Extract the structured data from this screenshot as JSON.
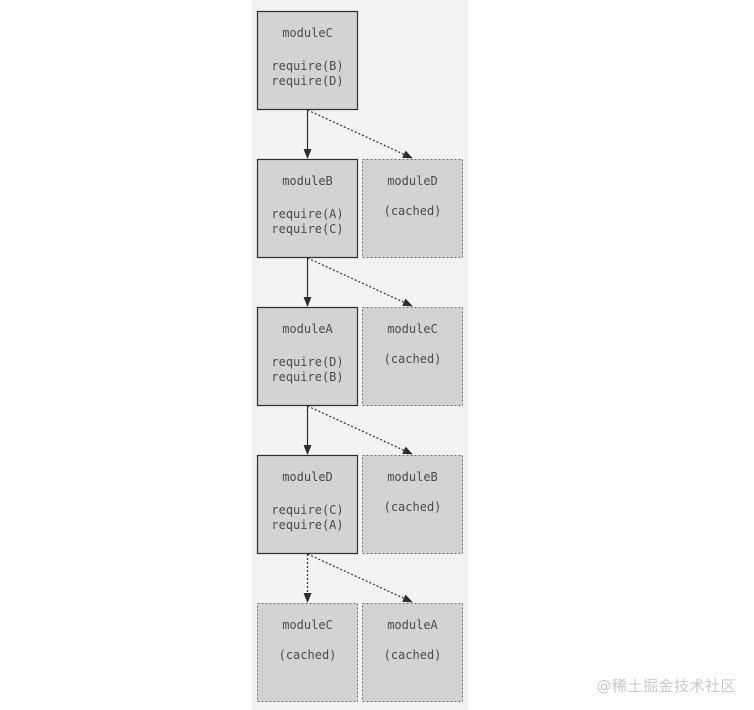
{
  "colors": {
    "background": "#ffffff",
    "column_background": "#f3f3f3",
    "box_fill": "#d3d3d3",
    "box_stroke": "#2d2d2d",
    "cached_stroke": "#6b6b6b",
    "text": "#4a4a4a",
    "arrow": "#2d2d2d",
    "watermark": "#c8c8c8"
  },
  "diagram": {
    "levels": [
      {
        "main": {
          "title": "moduleC",
          "lines": [
            "require(B)",
            "require(D)"
          ],
          "style": "solid"
        },
        "side": null,
        "down_arrow": "solid",
        "diag_arrow": "dotted"
      },
      {
        "main": {
          "title": "moduleB",
          "lines": [
            "require(A)",
            "require(C)"
          ],
          "style": "solid"
        },
        "side": {
          "title": "moduleD",
          "lines": [
            "(cached)"
          ],
          "style": "dotted"
        },
        "down_arrow": "solid",
        "diag_arrow": "dotted"
      },
      {
        "main": {
          "title": "moduleA",
          "lines": [
            "require(D)",
            "require(B)"
          ],
          "style": "solid"
        },
        "side": {
          "title": "moduleC",
          "lines": [
            "(cached)"
          ],
          "style": "dotted"
        },
        "down_arrow": "solid",
        "diag_arrow": "dotted"
      },
      {
        "main": {
          "title": "moduleD",
          "lines": [
            "require(C)",
            "require(A)"
          ],
          "style": "solid"
        },
        "side": {
          "title": "moduleB",
          "lines": [
            "(cached)"
          ],
          "style": "dotted"
        },
        "down_arrow": "dotted",
        "diag_arrow": "dotted"
      },
      {
        "main": {
          "title": "moduleC",
          "lines": [
            "(cached)"
          ],
          "style": "dotted"
        },
        "side": {
          "title": "moduleA",
          "lines": [
            "(cached)"
          ],
          "style": "dotted"
        },
        "down_arrow": null,
        "diag_arrow": null
      }
    ]
  },
  "watermark": "@稀土掘金技术社区"
}
